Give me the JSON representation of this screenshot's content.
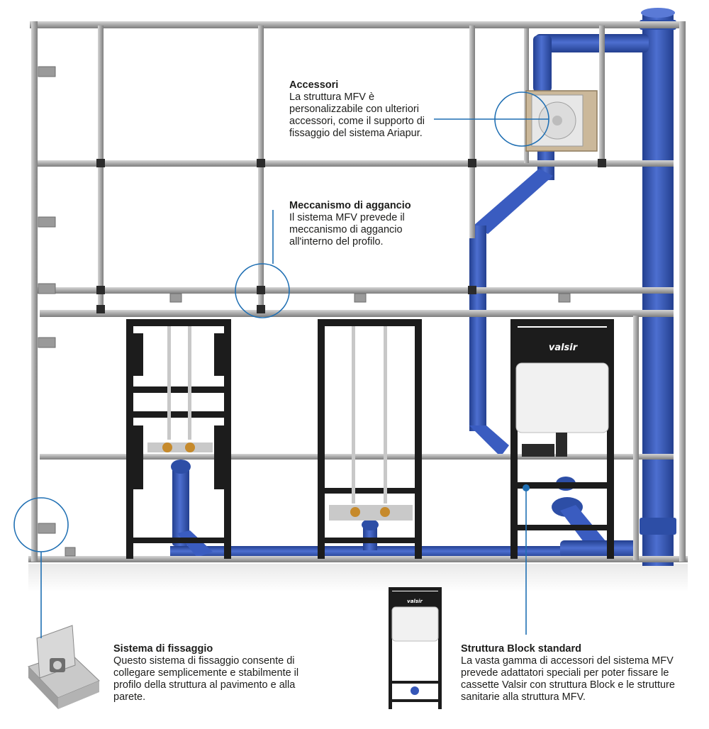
{
  "callouts": {
    "accessori": {
      "title": "Accessori",
      "body": "La struttura MFV è personalizzabile con ulteriori accessori, come il supporto di fissaggio del sistema Ariapur."
    },
    "meccanismo": {
      "title": "Meccanismo di aggancio",
      "body": "Il sistema MFV prevede il meccanismo di aggancio all'interno del profilo."
    },
    "fissaggio": {
      "title": "Sistema di fissaggio",
      "body": "Questo sistema di fissaggio consente di collegare semplicemente e stabilmente il profilo della struttura al pavimento e alla parete."
    },
    "block": {
      "title": "Struttura Block standard",
      "body": "La vasta gamma di accessori del sistema MFV prevede adattatori speciali per poter fissare le cassette Valsir con struttura Block e le strutture sanitarie alla struttura MFV."
    }
  },
  "brand": {
    "logo_text": "valsir"
  },
  "colors": {
    "frame": "#b9b9b9",
    "frame_dark": "#8a8a8a",
    "pipe": "#3657b8",
    "pipe_dark": "#233f8f",
    "black_frame": "#1c1c1c",
    "callout_line": "#1f6fb3"
  }
}
